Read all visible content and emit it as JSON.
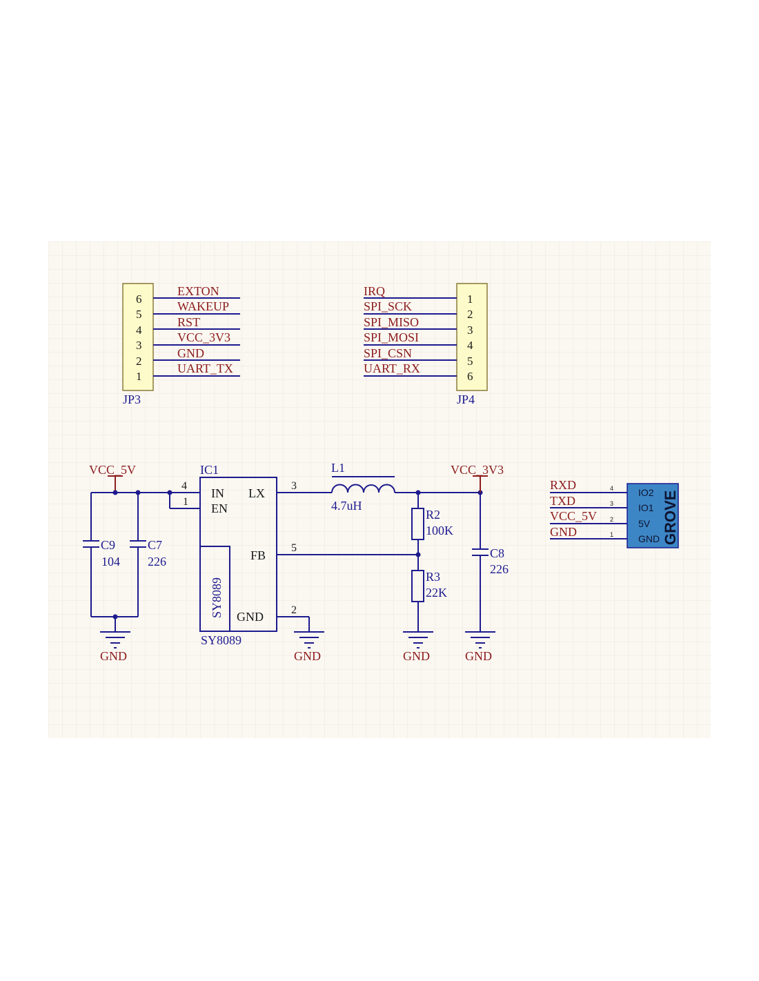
{
  "connectors": {
    "jp3": {
      "designator": "JP3",
      "pin_numbers": [
        "6",
        "5",
        "4",
        "3",
        "2",
        "1"
      ],
      "nets": [
        "EXTON",
        "WAKEUP",
        "RST",
        "VCC_3V3",
        "GND",
        "UART_TX"
      ]
    },
    "jp4": {
      "designator": "JP4",
      "pin_numbers": [
        "1",
        "2",
        "3",
        "4",
        "5",
        "6"
      ],
      "nets": [
        "IRQ",
        "SPI_SCK",
        "SPI_MISO",
        "SPI_MOSI",
        "SPI_CSN",
        "UART_RX"
      ]
    },
    "grove": {
      "title": "GROVE",
      "pin_names": [
        "IO2",
        "IO1",
        "5V",
        "GND"
      ],
      "pin_numbers": [
        "4",
        "3",
        "2",
        "1"
      ],
      "nets": [
        "RXD",
        "TXD",
        "VCC_5V",
        "GND"
      ]
    }
  },
  "regulator": {
    "designator": "IC1",
    "part": "SY8089",
    "body_label": "SY8089",
    "pins": {
      "in": {
        "name": "IN",
        "number": "4"
      },
      "en": {
        "name": "EN",
        "number": "1"
      },
      "lx": {
        "name": "LX",
        "number": "3"
      },
      "fb": {
        "name": "FB",
        "number": "5"
      },
      "gnd": {
        "name": "GND",
        "number": "2"
      }
    }
  },
  "components": {
    "l1": {
      "designator": "L1",
      "value": "4.7uH"
    },
    "r2": {
      "designator": "R2",
      "value": "100K"
    },
    "r3": {
      "designator": "R3",
      "value": "22K"
    },
    "c9": {
      "designator": "C9",
      "value": "104"
    },
    "c7": {
      "designator": "C7",
      "value": "226"
    },
    "c8": {
      "designator": "C8",
      "value": "226"
    }
  },
  "power": {
    "vcc_5v": "VCC_5V",
    "vcc_3v3": "VCC_3V3",
    "gnd": "GND"
  },
  "colors": {
    "wire": "#1d1a8e",
    "net_label": "#8c1c1c",
    "connector_body": "#fdfbc9",
    "grove_body": "#3d86c6",
    "sheet_background": "#fbf8f2",
    "grid": "#ece6dc"
  }
}
